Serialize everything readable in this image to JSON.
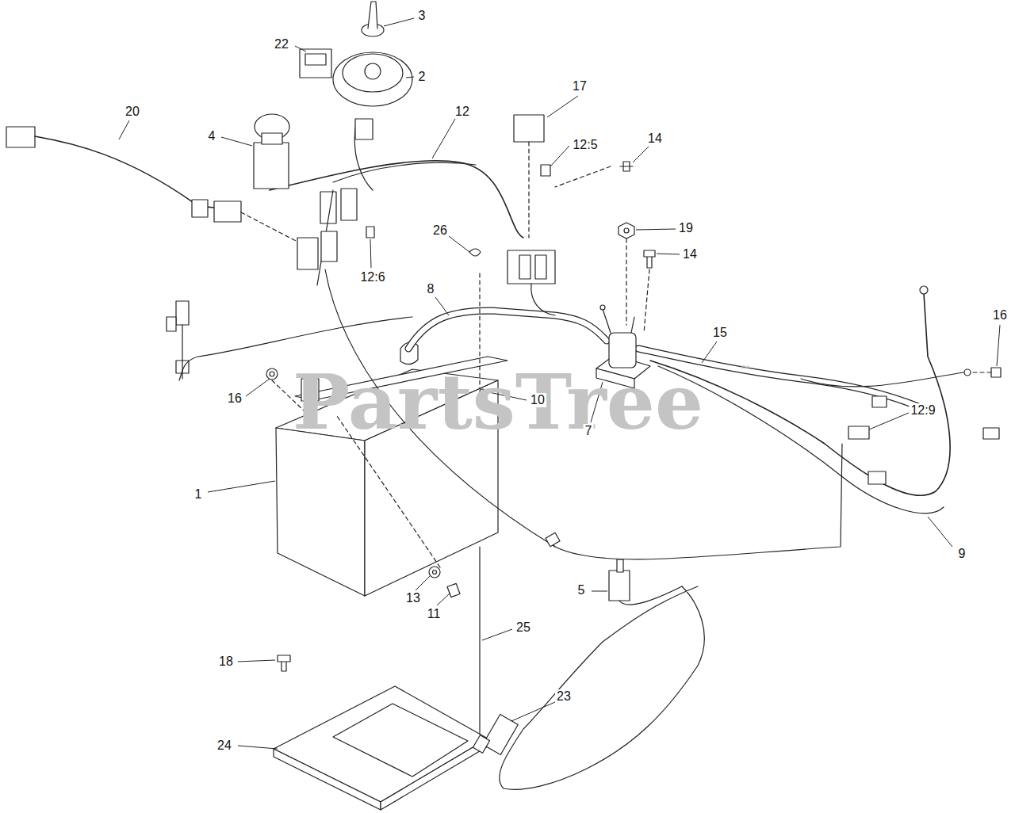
{
  "diagram": {
    "labels": [
      "3",
      "22",
      "2",
      "17",
      "20",
      "12",
      "4",
      "14",
      "12:5",
      "19",
      "26",
      "14",
      "12:6",
      "8",
      "16",
      "15",
      "PartsTree",
      "™",
      "16",
      "10",
      "12:9",
      "7",
      "1",
      "9",
      "5",
      "13",
      "11",
      "25",
      "18",
      "23",
      "24"
    ]
  }
}
